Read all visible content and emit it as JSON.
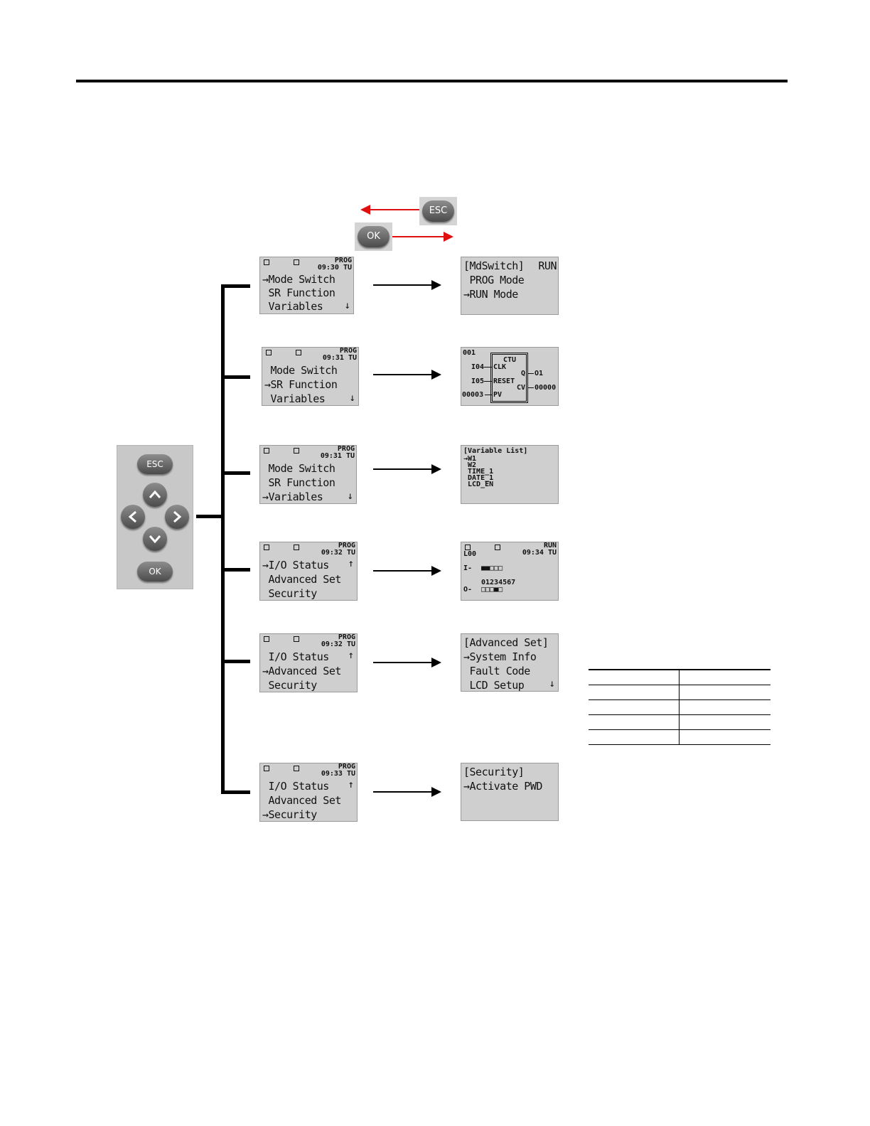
{
  "legend": {
    "esc_label": "ESC",
    "ok_label": "OK",
    "esc_arrow_color": "#e01010",
    "ok_arrow_color": "#e01010"
  },
  "keypad": {
    "esc_label": "ESC",
    "ok_label": "OK",
    "arrow_icons": [
      "up-arrow-icon",
      "left-arrow-icon",
      "right-arrow-icon",
      "down-arrow-icon"
    ]
  },
  "menus": [
    {
      "mode": "PROG",
      "time": "09:30",
      "day": "TU",
      "lines": [
        "→Mode Switch",
        " SR Function",
        " Variables"
      ],
      "scroll": "↓"
    },
    {
      "mode": "PROG",
      "time": "09:31",
      "day": "TU",
      "lines": [
        " Mode Switch",
        "→SR Function",
        " Variables"
      ],
      "scroll": "↓"
    },
    {
      "mode": "PROG",
      "time": "09:31",
      "day": "TU",
      "lines": [
        " Mode Switch",
        " SR Function",
        "→Variables"
      ],
      "scroll": "↓"
    },
    {
      "mode": "PROG",
      "time": "09:32",
      "day": "TU",
      "lines": [
        "→I/O Status",
        " Advanced Set",
        " Security"
      ],
      "scroll": "↑"
    },
    {
      "mode": "PROG",
      "time": "09:32",
      "day": "TU",
      "lines": [
        " I/O Status",
        "→Advanced Set",
        " Security"
      ],
      "scroll": "↑"
    },
    {
      "mode": "PROG",
      "time": "09:33",
      "day": "TU",
      "lines": [
        " I/O Status",
        " Advanced Set",
        "→Security"
      ],
      "scroll": "↑"
    }
  ],
  "results": {
    "mode_switch": {
      "title": "[MdSwitch]",
      "mode": "RUN",
      "lines": [
        " PROG Mode",
        "→RUN Mode"
      ]
    },
    "sr_function": {
      "block_no": "001",
      "block_type": "CTU",
      "in1": "I04",
      "in2": "I05",
      "in3": "00003",
      "pin_clk": "CLK",
      "pin_reset": "RESET",
      "pin_pv": "PV",
      "pin_q": "Q",
      "pin_cv": "CV",
      "out_q": "O1",
      "out_cv": "00000"
    },
    "variables": {
      "title": "[Variable List]",
      "items": [
        "→W1",
        " W2",
        " TIME_1",
        " DATE_1",
        " LCD_EN"
      ]
    },
    "io_status": {
      "mode": "RUN",
      "label": "L00",
      "time": "09:34",
      "day": "TU",
      "input_prefix": "I-",
      "input_bits": "■■□□□",
      "output_index": "01234567",
      "output_prefix": "O-",
      "output_bits": "□□□■□"
    },
    "advanced_set": {
      "title": "[Advanced Set]",
      "lines": [
        "→System Info",
        " Fault Code",
        " LCD Setup"
      ],
      "scroll": "↓"
    },
    "security": {
      "title": "[Security]",
      "lines": [
        "→Activate PWD"
      ]
    }
  },
  "table": {
    "rows": [
      [
        "",
        ""
      ],
      [
        "",
        ""
      ],
      [
        "",
        ""
      ],
      [
        "",
        ""
      ],
      [
        "",
        ""
      ]
    ]
  }
}
